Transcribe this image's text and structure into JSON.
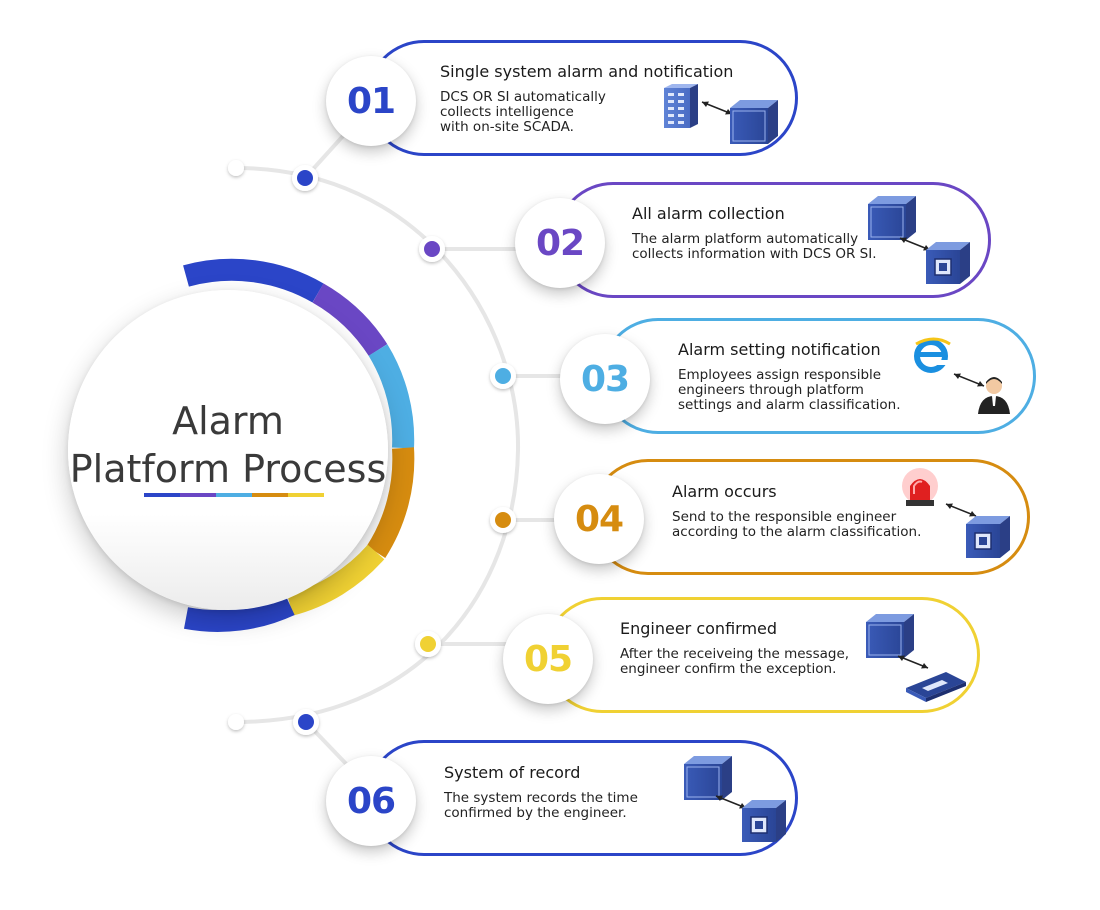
{
  "main": {
    "title_line1": "Alarm",
    "title_line2": "Platform Process"
  },
  "colors": {
    "step1": "#2b45c8",
    "step2": "#6a47c4",
    "step3": "#4eaee3",
    "step4": "#d68c10",
    "step5": "#f0d133",
    "step6": "#2b45c8"
  },
  "steps": [
    {
      "number": "01",
      "title": "Single system alarm and notification",
      "description": "DCS OR SI automatically\ncollects intelligence\nwith on-site SCADA.",
      "icons": [
        "server-rack-icon",
        "arrow-icon",
        "computer-case-icon"
      ]
    },
    {
      "number": "02",
      "title": "All alarm collection",
      "description": "The alarm platform automatically\ncollects information with DCS OR SI.",
      "icons": [
        "computer-case-icon",
        "arrow-icon",
        "computer-case-icon"
      ]
    },
    {
      "number": "03",
      "title": "Alarm setting notification",
      "description": "Employees assign responsible\nengineers through platform\nsettings and alarm classification.",
      "icons": [
        "browser-logo-icon",
        "arrow-icon",
        "engineer-person-icon"
      ]
    },
    {
      "number": "04",
      "title": "Alarm occurs",
      "description": "Send to the responsible engineer\naccording to the alarm classification.",
      "icons": [
        "red-siren-icon",
        "arrow-icon",
        "computer-case-icon"
      ]
    },
    {
      "number": "05",
      "title": "Engineer confirmed",
      "description": "After the receiveing the message,\nengineer confirm the exception.",
      "icons": [
        "computer-case-icon",
        "arrow-icon",
        "pager-device-icon"
      ]
    },
    {
      "number": "06",
      "title": "System of record",
      "description": "The system records the time\nconfirmed by the engineer.",
      "icons": [
        "computer-case-icon",
        "arrow-icon",
        "computer-case-icon"
      ]
    }
  ]
}
